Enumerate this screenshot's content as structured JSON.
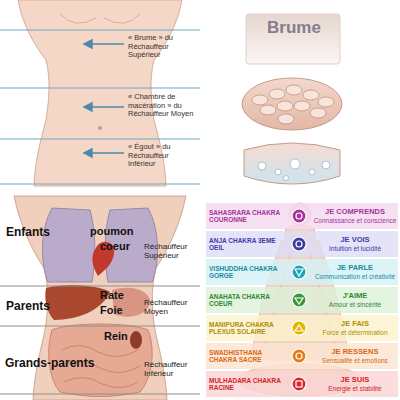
{
  "diagram": {
    "nodes": [
      {
        "text": [
          "SAHASRARA CHAKRA COURONNE",
          "JE COMPRENDS",
          "Connaissance et conscience"
        ]
      },
      {
        "text": [
          "ANJA CHAKRA 3EME OEIL",
          "JE VOIS",
          "Intuition et lucidité"
        ]
      },
      {
        "text": [
          "VISHUDDHA CHAKRA GORGE",
          "JE PARLE",
          "Communication et créativité"
        ]
      },
      {
        "text": [
          "ANAHATA CHAKRA COEUR",
          "J'AIME",
          "Amour et sincérité"
        ]
      },
      {
        "text": [
          "MANIPURA CHAKRA PLEXUS SOLAIRE",
          "JE FAIS",
          "Force et détermination"
        ]
      },
      {
        "text": [
          "SWADHISTHANA CHAKRA SACRE",
          "JE RESSENS",
          "Sensualité et émotions"
        ]
      },
      {
        "text": [
          "MULHADARA CHAKRA RACINE",
          "JE SUIS",
          "Energie et stabilité"
        ]
      }
    ],
    "labels": [
      "« Brume » du Réchauffeur Supérieur",
      "« Chambre de macération » du Réchauffeur Moyen",
      "« Égout » du Réchauffeur Inférieur",
      "Brume",
      "Enfants",
      "poumon",
      "coeur",
      "Réchauffeur Supérieur",
      "Parents",
      "Rate",
      "Foie",
      "Réchauffeur Moyen",
      "Rein",
      "Grands-parents",
      "Réchauffeur Inférieur"
    ]
  }
}
